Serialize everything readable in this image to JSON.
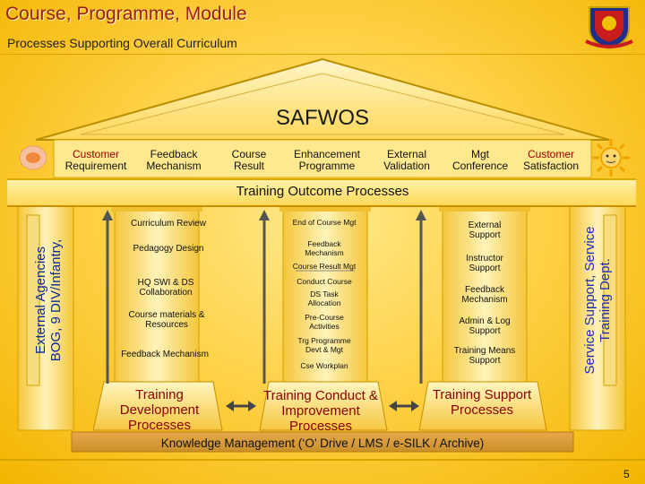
{
  "title": "Course, Programme, Module",
  "subtitle": "Processes Supporting Overall Curriculum",
  "roof": "SAFWOS",
  "top_row": [
    {
      "line1": "Customer",
      "line2": "Requirement",
      "style": "red"
    },
    {
      "line1": "Feedback",
      "line2": "Mechanism",
      "style": "plain"
    },
    {
      "line1": "Course",
      "line2": "Result",
      "style": "plain"
    },
    {
      "line1": "Enhancement",
      "line2": "Programme",
      "style": "plain"
    },
    {
      "line1": "External",
      "line2": "Validation",
      "style": "plain"
    },
    {
      "line1": "Mgt",
      "line2": "Conference",
      "style": "plain"
    },
    {
      "line1": "Customer",
      "line2": "Satisfaction",
      "style": "red"
    }
  ],
  "beam": "Training Outcome Processes",
  "left_side": {
    "line1": "External Agencies",
    "line2": "BOG, 9 DIV/Infantry,"
  },
  "right_side": {
    "line1": "Service Support, Service",
    "line2": "Training Dept."
  },
  "columns": {
    "development": [
      "Curriculum Review",
      "Pedagogy Design",
      "HQ SWI & DS Collaboration",
      "Course materials & Resources",
      "Feedback Mechanism"
    ],
    "conduct": [
      "End of Course Mgt",
      "Feedback Mechanism",
      "Course Result Mgt",
      "Conduct Course",
      "DS Task Allocation",
      "Pre-Course Activities",
      "Trg Programme Devt & Mgt",
      "Cse Workplan"
    ],
    "support": [
      "External Support",
      "Instructor Support",
      "Feedback Mechanism",
      "Admin & Log Support",
      "Training Means Support"
    ]
  },
  "bases": {
    "development": "Training Development Processes",
    "conduct": "Training Conduct & Improvement Processes",
    "support": "Training Support Processes"
  },
  "foundation": "Knowledge Management (‘O’ Drive / LMS / e-SILK / Archive)",
  "page_number": "5",
  "colors": {
    "title": "#9a1d10",
    "accent_red": "#a00000",
    "side_blue": "#0a2a9c",
    "background": "#ffd24a"
  }
}
